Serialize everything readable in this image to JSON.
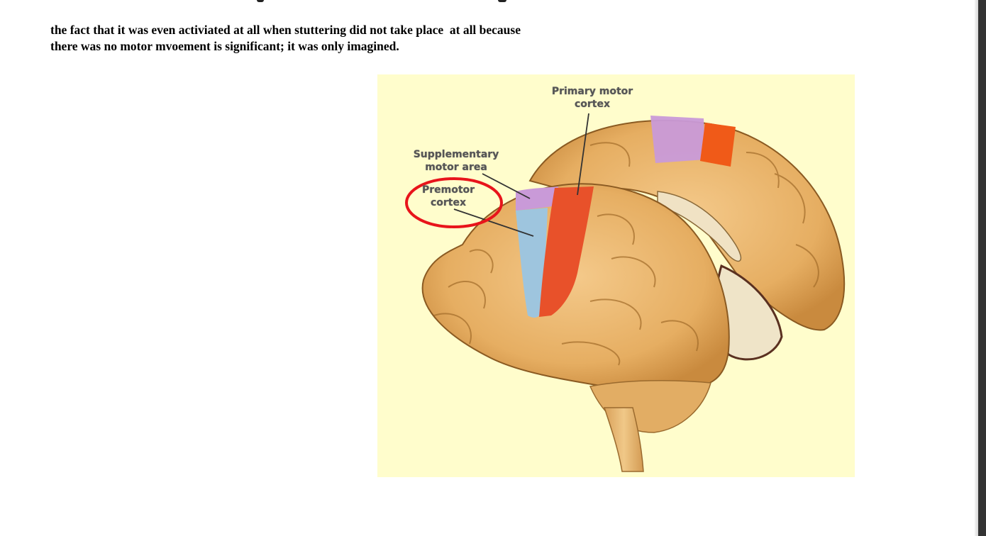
{
  "document": {
    "paragraph_lines": [
      "the fact that it was even activiated at all when stuttering did not take place  at all because",
      "there was no motor mvoement is significant; it was only imagined."
    ]
  },
  "figure": {
    "background_color": "#fffdcc",
    "labels": {
      "primary_motor_cortex": [
        "Primary motor",
        "cortex"
      ],
      "supplementary_motor_area": [
        "Supplementary",
        "motor area"
      ],
      "premotor_cortex": [
        "Premotor",
        "cortex"
      ]
    },
    "region_colors": {
      "brain": "#e9b46a",
      "primary_motor": "#e8512a",
      "premotor": "#9ec5de",
      "supplementary_motor": "#c99ad8",
      "annotation_circle": "#e8141b"
    }
  }
}
